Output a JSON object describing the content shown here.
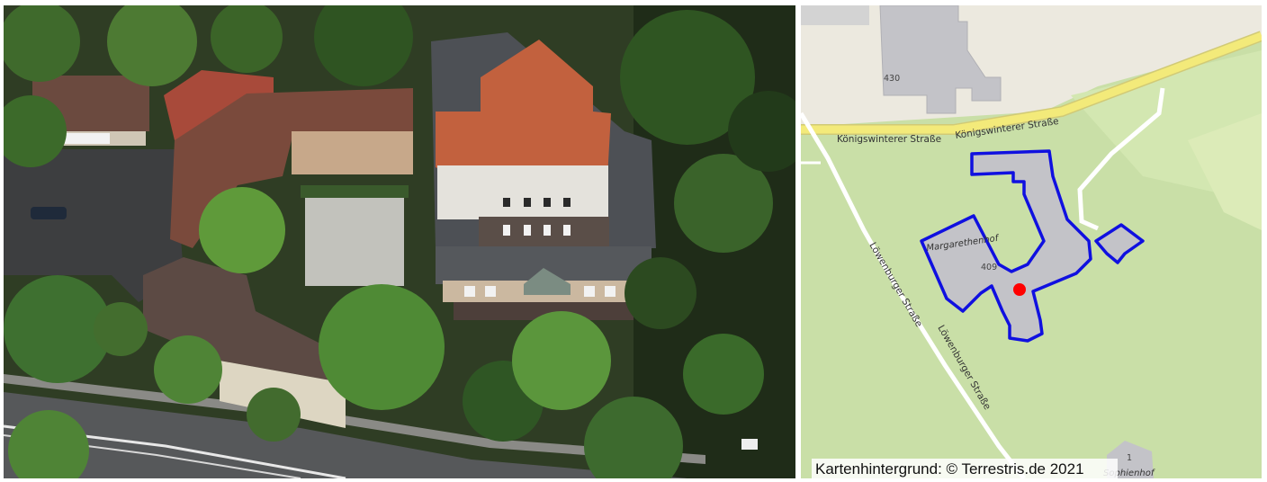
{
  "photo": {
    "subject": "aerial view"
  },
  "map": {
    "labels": {
      "road_top_1": "Königswinterer Straße",
      "road_top_2": "Königswinterer Straße",
      "road_diag_1": "Löwenburger Straße",
      "road_diag_2": "Löwenburger Straße",
      "place_main": "Margarethenhof",
      "place_bottom": "Sophienhof",
      "housenum_top": "430",
      "housenum_main": "409",
      "housenum_bottom": "1"
    },
    "credit": "Kartenhintergrund: © Terrestris.de 2021",
    "colors": {
      "background": "#c9dfa7",
      "highlight_outline": "#1010e0",
      "marker": "#ff0000",
      "road_major": "#f3ea7a",
      "building": "#c3c3c8"
    }
  }
}
